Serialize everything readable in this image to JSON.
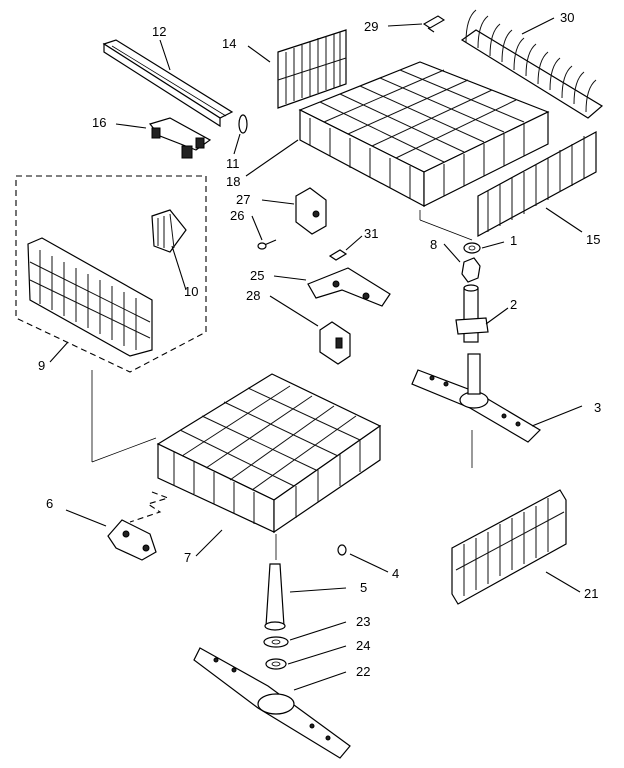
{
  "callouts": {
    "c1": "1",
    "c2": "2",
    "c3": "3",
    "c4": "4",
    "c5": "5",
    "c6": "6",
    "c7": "7",
    "c8": "8",
    "c9": "9",
    "c10": "10",
    "c11": "11",
    "c12": "12",
    "c14": "14",
    "c15": "15",
    "c16": "16",
    "c18": "18",
    "c21": "21",
    "c22": "22",
    "c23": "23",
    "c24": "24",
    "c25": "25",
    "c26": "26",
    "c27": "27",
    "c28": "28",
    "c29": "29",
    "c30": "30",
    "c31": "31"
  }
}
